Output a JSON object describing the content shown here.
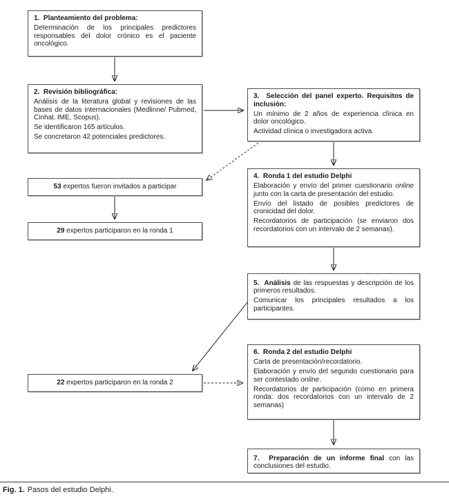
{
  "figure": {
    "caption_label": "Fig. 1.",
    "caption_text": "Pasos del estudio Delphi."
  },
  "colors": {
    "background": "#ffffff",
    "box_border": "#4d4d4d",
    "arrow": "#1c1c1c",
    "text": "#1b1b1b"
  },
  "boxes": {
    "step1": {
      "title": "1.  Planteamiento del problema:",
      "paragraphs": [
        [
          {
            "t": "Determinación de los principales predictores responsables del dolor crónico es el paciente oncológico."
          }
        ]
      ]
    },
    "step2": {
      "title": "2.  Revisión bibliográfica:",
      "paragraphs": [
        [
          {
            "t": "Análisis de la literatura global y revisiones de las bases de datos internacionales (Medlinne/ Pubmed, Cinhal, IME, Scopus)."
          }
        ],
        [
          {
            "t": "Se identificaron 165 artículos."
          }
        ],
        [
          {
            "t": "Se concretaron 42 potenciales predictores."
          }
        ]
      ]
    },
    "step3": {
      "title": "3.  Selección del panel experto. Requisitos de inclusión:",
      "paragraphs": [
        [
          {
            "t": "Un mínimo de 2 años de experiencia clínica en dolor oncológico."
          }
        ],
        [
          {
            "t": "Actividad clínica o investigadora activa."
          }
        ]
      ]
    },
    "step4": {
      "title": "4.  Ronda 1 del estudio Delphi",
      "paragraphs": [
        [
          {
            "t": "Elaboración y envío del primer cuestionario "
          },
          {
            "t": "online",
            "i": true
          },
          {
            "t": " junto con la carta de presentación del estudio."
          }
        ],
        [
          {
            "t": "Envío del listado de posibles predictores de cronicidad del dolor."
          }
        ],
        [
          {
            "t": "Recordatorios de participación (se enviaron dos recordatorios con un intervalo de 2 semanas)."
          }
        ]
      ]
    },
    "step5": {
      "paragraphs": [
        [
          {
            "t": "5.  Análisis",
            "b": true
          },
          {
            "t": " de las respuestas y descripción de los primeros resultados."
          }
        ],
        [
          {
            "t": "Comunicar los principales resultados a los participantes."
          }
        ]
      ]
    },
    "step6": {
      "title": "6.  Ronda 2 del estudio Delphi",
      "paragraphs": [
        [
          {
            "t": "Carta de presentación/recordatorio."
          }
        ],
        [
          {
            "t": "Elaboración y envío del segundo cuestionario para ser contestado "
          },
          {
            "t": "online",
            "i": true
          },
          {
            "t": "."
          }
        ],
        [
          {
            "t": "Recordatorios de participación (como en primera ronda: dos recordatorios con un intervalo de 2 semanas)"
          }
        ]
      ]
    },
    "step7": {
      "paragraphs": [
        [
          {
            "t": "7.  Preparación de un informe final",
            "b": true
          },
          {
            "t": " con las conclusiones del estudio."
          }
        ]
      ]
    },
    "invited": {
      "segments": [
        {
          "t": "53 ",
          "b": true
        },
        {
          "t": "expertos fueron invitados a participar"
        }
      ]
    },
    "round1": {
      "segments": [
        {
          "t": "29 ",
          "b": true
        },
        {
          "t": "expertos participaron en la ronda 1"
        }
      ]
    },
    "round2": {
      "segments": [
        {
          "t": "22 ",
          "b": true
        },
        {
          "t": "expertos participaron en la ronda 2"
        }
      ]
    }
  },
  "connections": [
    {
      "from": "step1",
      "to": "step2",
      "style": "solid"
    },
    {
      "from": "step2",
      "to": "step3",
      "style": "solid"
    },
    {
      "from": "step3",
      "to": "invited",
      "style": "dashed"
    },
    {
      "from": "step3",
      "to": "step4",
      "style": "solid"
    },
    {
      "from": "invited",
      "to": "round1",
      "style": "solid"
    },
    {
      "from": "step4",
      "to": "step5",
      "style": "solid"
    },
    {
      "from": "step5",
      "to": "round2",
      "style": "solid"
    },
    {
      "from": "round2",
      "to": "step6",
      "style": "dashed"
    },
    {
      "from": "step6",
      "to": "step7",
      "style": "solid"
    }
  ]
}
